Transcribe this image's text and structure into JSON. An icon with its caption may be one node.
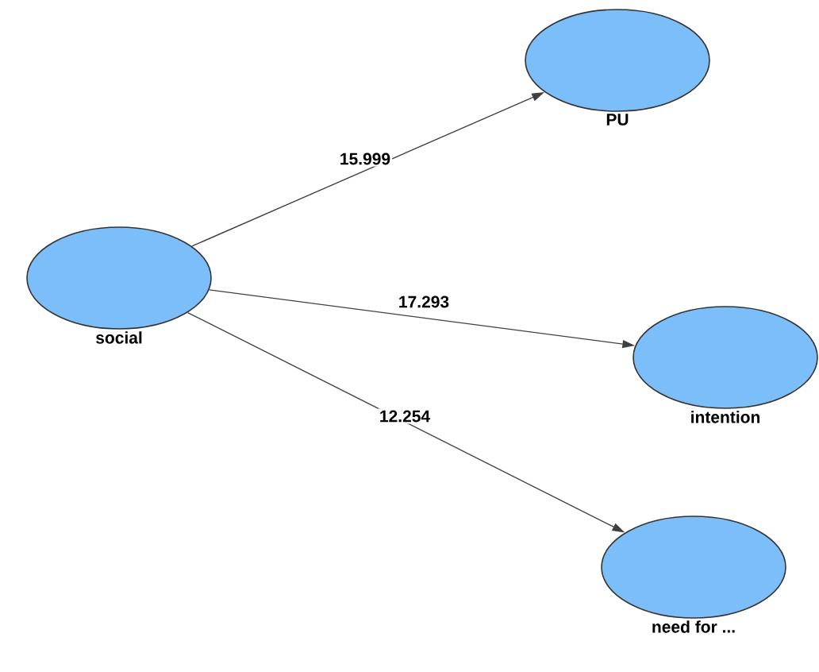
{
  "diagram": {
    "nodes": [
      {
        "text": [
          "social"
        ]
      },
      {
        "text": [
          "PU"
        ]
      },
      {
        "text": [
          "intention"
        ]
      },
      {
        "text": [
          "need for ..."
        ]
      }
    ],
    "edges": [
      {
        "from": 0,
        "to": 1,
        "arrow": "to",
        "label": "15.999"
      },
      {
        "from": 0,
        "to": 2,
        "arrow": "to",
        "label": "17.293"
      },
      {
        "from": 0,
        "to": 3,
        "arrow": "to",
        "label": "12.254"
      }
    ]
  }
}
